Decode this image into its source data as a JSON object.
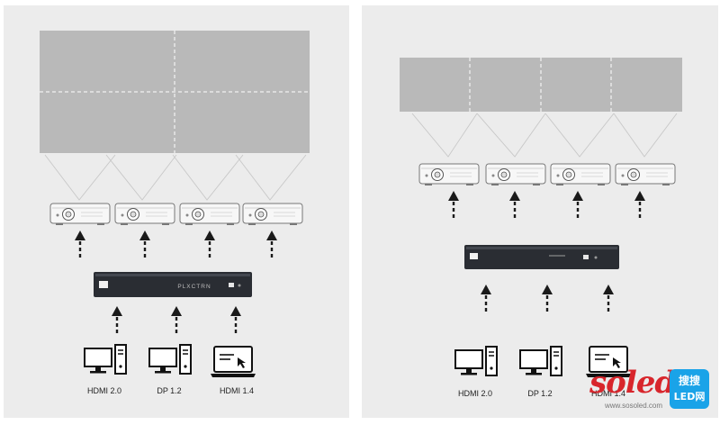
{
  "left_diagram": {
    "inputs": [
      "HDMI 2.0",
      "DP 1.2",
      "HDMI 1.4"
    ],
    "processor_brand": "PLXCTRN",
    "grid": {
      "rows": 2,
      "cols": 2
    },
    "projector_count": 4
  },
  "right_diagram": {
    "inputs": [
      "HDMI 2.0",
      "DP 1.2",
      "HDMI 1.4"
    ],
    "grid": {
      "rows": 1,
      "cols": 4
    },
    "projector_count": 4
  },
  "watermark": {
    "logo": "soled",
    "badge_line1": "搜搜",
    "badge_line2": "LED网",
    "url": "www.sosoled.com"
  },
  "colors": {
    "panel_bg": "#ececec",
    "screen": "#b9b9b9",
    "processor": "#2a2d33",
    "arrow": "#1a1a1a",
    "watermark_red": "#d8262c",
    "watermark_blue": "#1aa3e8"
  }
}
